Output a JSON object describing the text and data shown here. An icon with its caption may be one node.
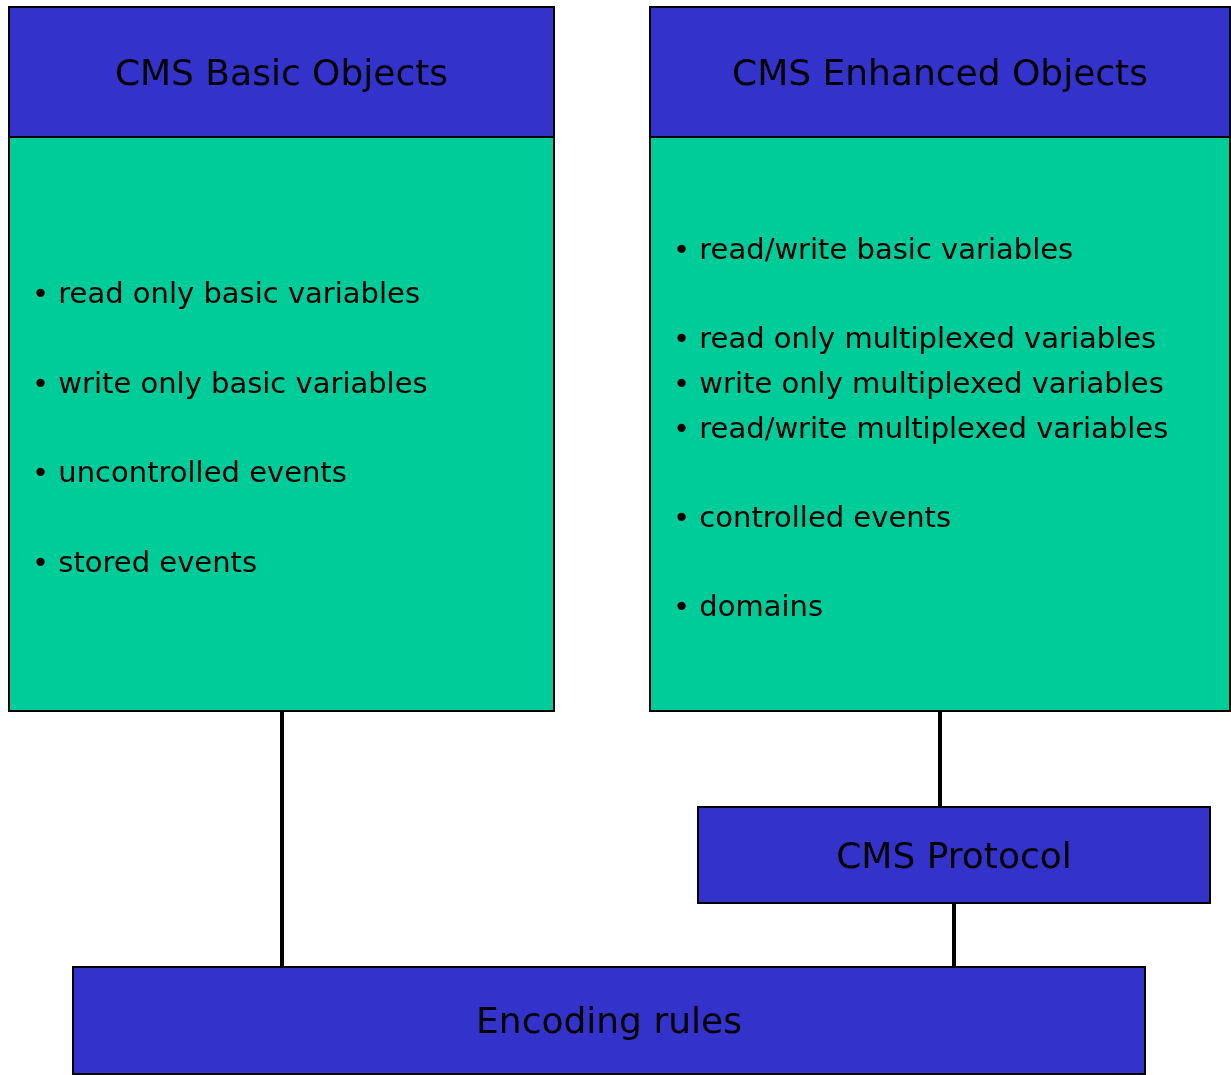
{
  "diagram": {
    "nodes": [
      {
        "text": [
          "CMS Basic Objects",
          "• read only basic variables",
          "• write only basic variables",
          "• uncontrolled events",
          "• stored events"
        ]
      },
      {
        "text": [
          "CMS Enhanced Objects",
          "• read/write basic variables",
          "• read only multiplexed variables",
          "• write only multiplexed variables",
          "• read/write multiplexed variables",
          "• controlled events",
          "• domains"
        ]
      },
      {
        "text": [
          "CMS Protocol"
        ]
      },
      {
        "text": [
          "Encoding rules"
        ]
      }
    ],
    "edges": [
      {
        "from": 0,
        "to": 3,
        "arrow": "none"
      },
      {
        "from": 1,
        "to": 2,
        "arrow": "none"
      },
      {
        "from": 2,
        "to": 3,
        "arrow": "none"
      }
    ]
  }
}
